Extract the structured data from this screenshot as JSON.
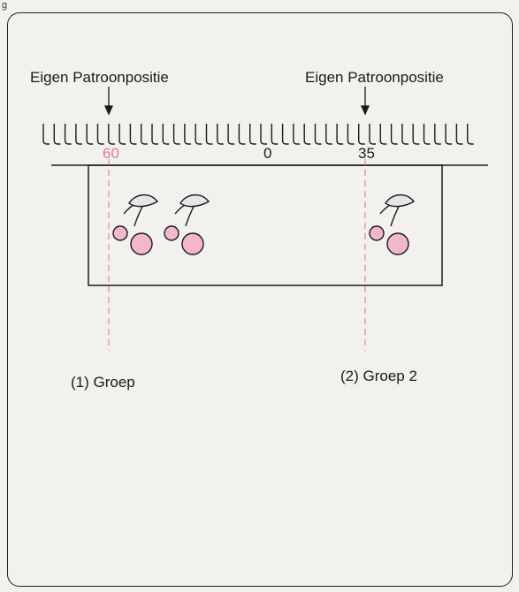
{
  "page_mark": "g",
  "labels": {
    "left_position": "Eigen Patroonpositie",
    "right_position": "Eigen Patroonpositie"
  },
  "scale": {
    "left_number": "60",
    "center_number": "0",
    "right_number": "35"
  },
  "groups": {
    "group1": "(1) Groep",
    "group2": "(2) Groep 2"
  },
  "colors": {
    "accent": "#e37a9a",
    "line": "#1a1a1a",
    "cherry_fill": "#f3b7cc",
    "leaf_fill": "#e6e6e6"
  }
}
